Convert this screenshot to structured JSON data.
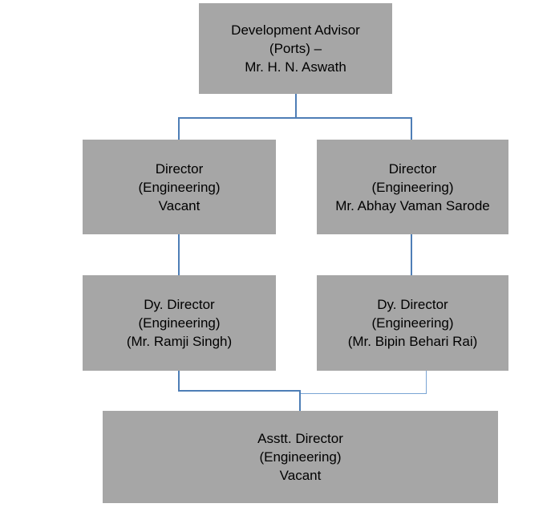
{
  "colors": {
    "background": "#ffffff",
    "box_fill": "#a6a6a6",
    "connector": "#4e7eb6",
    "connector_light": "#7aa5d4",
    "text": "#000000"
  },
  "org_chart": {
    "type": "organizational-chart",
    "nodes": [
      {
        "id": "development-advisor",
        "level": 1,
        "lines": [
          "Development Advisor",
          "(Ports) –",
          "Mr. H. N. Aswath"
        ]
      },
      {
        "id": "director-engineering-vacant",
        "level": 2,
        "lines": [
          "Director",
          "(Engineering)",
          "Vacant"
        ]
      },
      {
        "id": "director-engineering-sarode",
        "level": 2,
        "lines": [
          "Director",
          "(Engineering)",
          "Mr. Abhay Vaman Sarode"
        ]
      },
      {
        "id": "dy-director-engineering-singh",
        "level": 3,
        "lines": [
          "Dy. Director",
          "(Engineering)",
          "(Mr. Ramji Singh)"
        ]
      },
      {
        "id": "dy-director-engineering-rai",
        "level": 3,
        "lines": [
          "Dy. Director",
          "(Engineering)",
          "(Mr. Bipin Behari Rai)"
        ]
      },
      {
        "id": "asstt-director-engineering-vacant",
        "level": 4,
        "lines": [
          "Asstt. Director",
          "(Engineering)",
          "Vacant"
        ]
      }
    ],
    "edges": [
      {
        "from": "development-advisor",
        "to": "director-engineering-vacant"
      },
      {
        "from": "development-advisor",
        "to": "director-engineering-sarode"
      },
      {
        "from": "director-engineering-vacant",
        "to": "dy-director-engineering-singh"
      },
      {
        "from": "director-engineering-sarode",
        "to": "dy-director-engineering-rai"
      },
      {
        "from": "dy-director-engineering-singh",
        "to": "asstt-director-engineering-vacant"
      },
      {
        "from": "dy-director-engineering-rai",
        "to": "asstt-director-engineering-vacant"
      }
    ]
  }
}
